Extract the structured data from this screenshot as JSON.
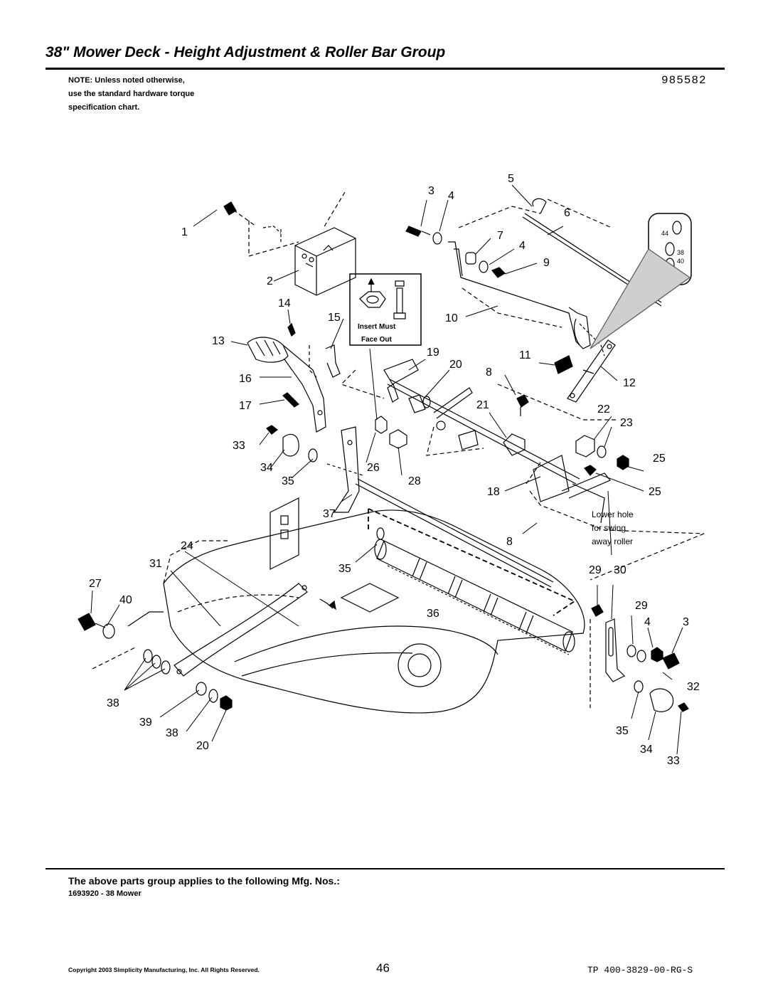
{
  "header": {
    "title": "38\" Mower Deck - Height Adjustment & Roller Bar Group",
    "doc_number": "985582",
    "note_lines": [
      "NOTE: Unless noted otherwise,",
      "use the standard hardware torque",
      "specification chart."
    ]
  },
  "diagram": {
    "insert_label_line1": "Insert Must",
    "insert_label_line2": "Face Out",
    "lower_hole_lines": [
      "Lower hole",
      "for swing",
      "away roller"
    ],
    "inset_numbers": [
      "44",
      "38",
      "40"
    ],
    "callouts": [
      {
        "id": "c1",
        "text": "1"
      },
      {
        "id": "c2",
        "text": "2"
      },
      {
        "id": "c3a",
        "text": "3"
      },
      {
        "id": "c4a",
        "text": "4"
      },
      {
        "id": "c5",
        "text": "5"
      },
      {
        "id": "c6",
        "text": "6"
      },
      {
        "id": "c7",
        "text": "7"
      },
      {
        "id": "c4b",
        "text": "4"
      },
      {
        "id": "c9",
        "text": "9"
      },
      {
        "id": "c10",
        "text": "10"
      },
      {
        "id": "c11",
        "text": "11"
      },
      {
        "id": "c8a",
        "text": "8"
      },
      {
        "id": "c12",
        "text": "12"
      },
      {
        "id": "c14",
        "text": "14"
      },
      {
        "id": "c15",
        "text": "15"
      },
      {
        "id": "c13",
        "text": "13"
      },
      {
        "id": "c16",
        "text": "16"
      },
      {
        "id": "c17",
        "text": "17"
      },
      {
        "id": "c19",
        "text": "19"
      },
      {
        "id": "c20a",
        "text": "20"
      },
      {
        "id": "c21",
        "text": "21"
      },
      {
        "id": "c22",
        "text": "22"
      },
      {
        "id": "c23",
        "text": "23"
      },
      {
        "id": "c33a",
        "text": "33"
      },
      {
        "id": "c34a",
        "text": "34"
      },
      {
        "id": "c35a",
        "text": "35"
      },
      {
        "id": "c26",
        "text": "26"
      },
      {
        "id": "c28",
        "text": "28"
      },
      {
        "id": "c25a",
        "text": "25"
      },
      {
        "id": "c25b",
        "text": "25"
      },
      {
        "id": "c18",
        "text": "18"
      },
      {
        "id": "c37",
        "text": "37"
      },
      {
        "id": "c8b",
        "text": "8"
      },
      {
        "id": "c24",
        "text": "24"
      },
      {
        "id": "c31",
        "text": "31"
      },
      {
        "id": "c35b",
        "text": "35"
      },
      {
        "id": "c27",
        "text": "27"
      },
      {
        "id": "c40",
        "text": "40"
      },
      {
        "id": "c29a",
        "text": "29"
      },
      {
        "id": "c30",
        "text": "30"
      },
      {
        "id": "c29b",
        "text": "29"
      },
      {
        "id": "c36",
        "text": "36"
      },
      {
        "id": "c4c",
        "text": "4"
      },
      {
        "id": "c3b",
        "text": "3"
      },
      {
        "id": "c32",
        "text": "32"
      },
      {
        "id": "c38a",
        "text": "38"
      },
      {
        "id": "c39",
        "text": "39"
      },
      {
        "id": "c38b",
        "text": "38"
      },
      {
        "id": "c20b",
        "text": "20"
      },
      {
        "id": "c35c",
        "text": "35"
      },
      {
        "id": "c34b",
        "text": "34"
      },
      {
        "id": "c33b",
        "text": "33"
      }
    ]
  },
  "footer": {
    "applies_text": "The above parts group applies to the following Mfg. Nos.:",
    "mfg_number": "1693920 - 38  Mower",
    "copyright": "Copyright 2003 Simplicity Manufacturing, Inc. All Rights Reserved.",
    "page_number": "46",
    "doc_ref": "TP 400-3829-00-RG-S"
  }
}
